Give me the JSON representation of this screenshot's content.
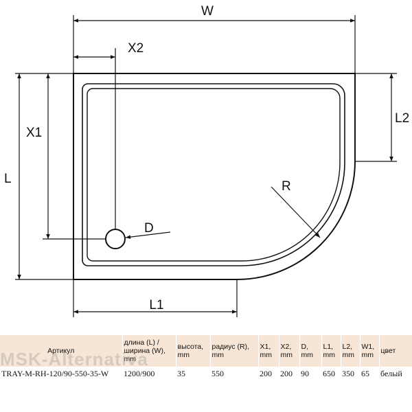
{
  "diagram": {
    "labels": {
      "W": "W",
      "X2": "X2",
      "X1": "X1",
      "L": "L",
      "L2": "L2",
      "R": "R",
      "D": "D",
      "L1": "L1"
    },
    "colors": {
      "line": "#111111",
      "header_bg": "#f7e6d6"
    }
  },
  "table": {
    "headers": [
      "Артикул",
      "длина (L) / ширина (W), mm",
      "высота, mm",
      "радиус (R), mm",
      "X1, mm",
      "X2, mm",
      "D, mm",
      "L1, mm",
      "L2, mm",
      "W1, mm",
      "цвет"
    ],
    "row": [
      "TRAY-M-RH-120/90-550-35-W",
      "1200/900",
      "35",
      "550",
      "200",
      "200",
      "90",
      "650",
      "350",
      "65",
      "белый"
    ]
  },
  "watermark": "MSK-Alternativa"
}
